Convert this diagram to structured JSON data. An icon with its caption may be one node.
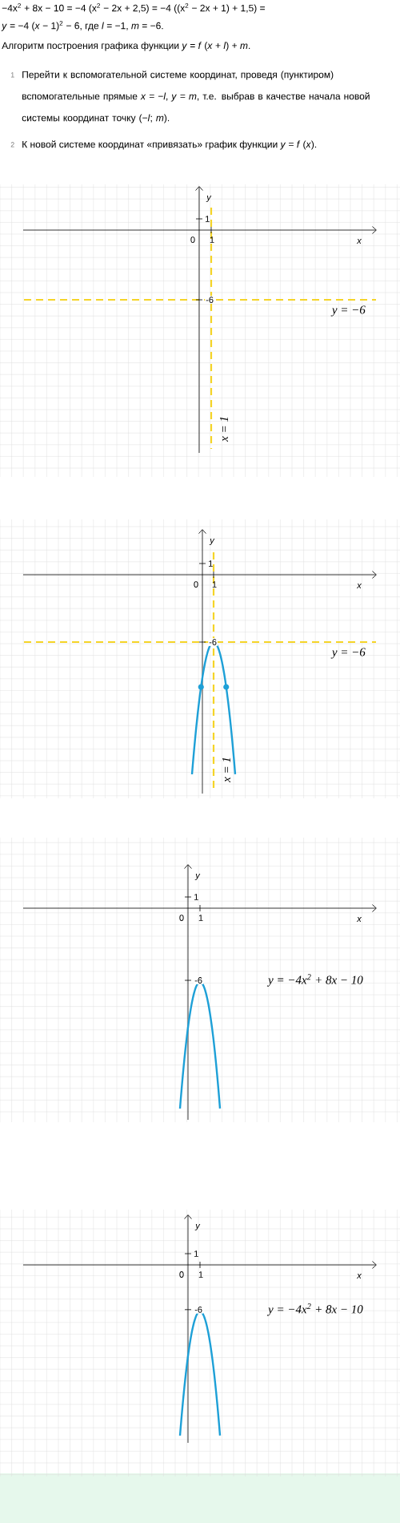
{
  "diagram": {
    "labels": [
      "−4x$^{2}$ + 8x − 10 = −4 (x$^{2}$ − 2x + 2,5) = −4 ((x$^{2}$ − 2x + 1) + 1,5) =",
      "*y* = −4 (*x* − 1)$^{2}$ − 6, где *l* = −1, *m* = −6.",
      "Алгоритм построения графика функции *y* = *f* (*x* + *l*) + *m*.",
      "1",
      "Перейти к вспомогательной системе координат, проведя (пунктиром) вспомогательные прямые *x* = −*l*, *y* = *m*, т.е. выбрав в качестве начала новой системы координат точку (−*l*; *m*).",
      "2",
      "К новой системе координат «привязать» график функции *y* = *f* (*x*).",
      "y",
      "1",
      "0",
      "1",
      "x",
      "-6",
      "y = −6",
      "x = 1",
      "y",
      "1",
      "0",
      "1",
      "x",
      "-6",
      "y = −6",
      "x = 1",
      "y",
      "1",
      "0",
      "1",
      "x",
      "-6",
      "y = −4x$^{2}$ + 8x − 10",
      "y",
      "1",
      "0",
      "1",
      "x",
      "-6",
      "y = −4x$^{2}$ + 8x − 10"
    ]
  }
}
